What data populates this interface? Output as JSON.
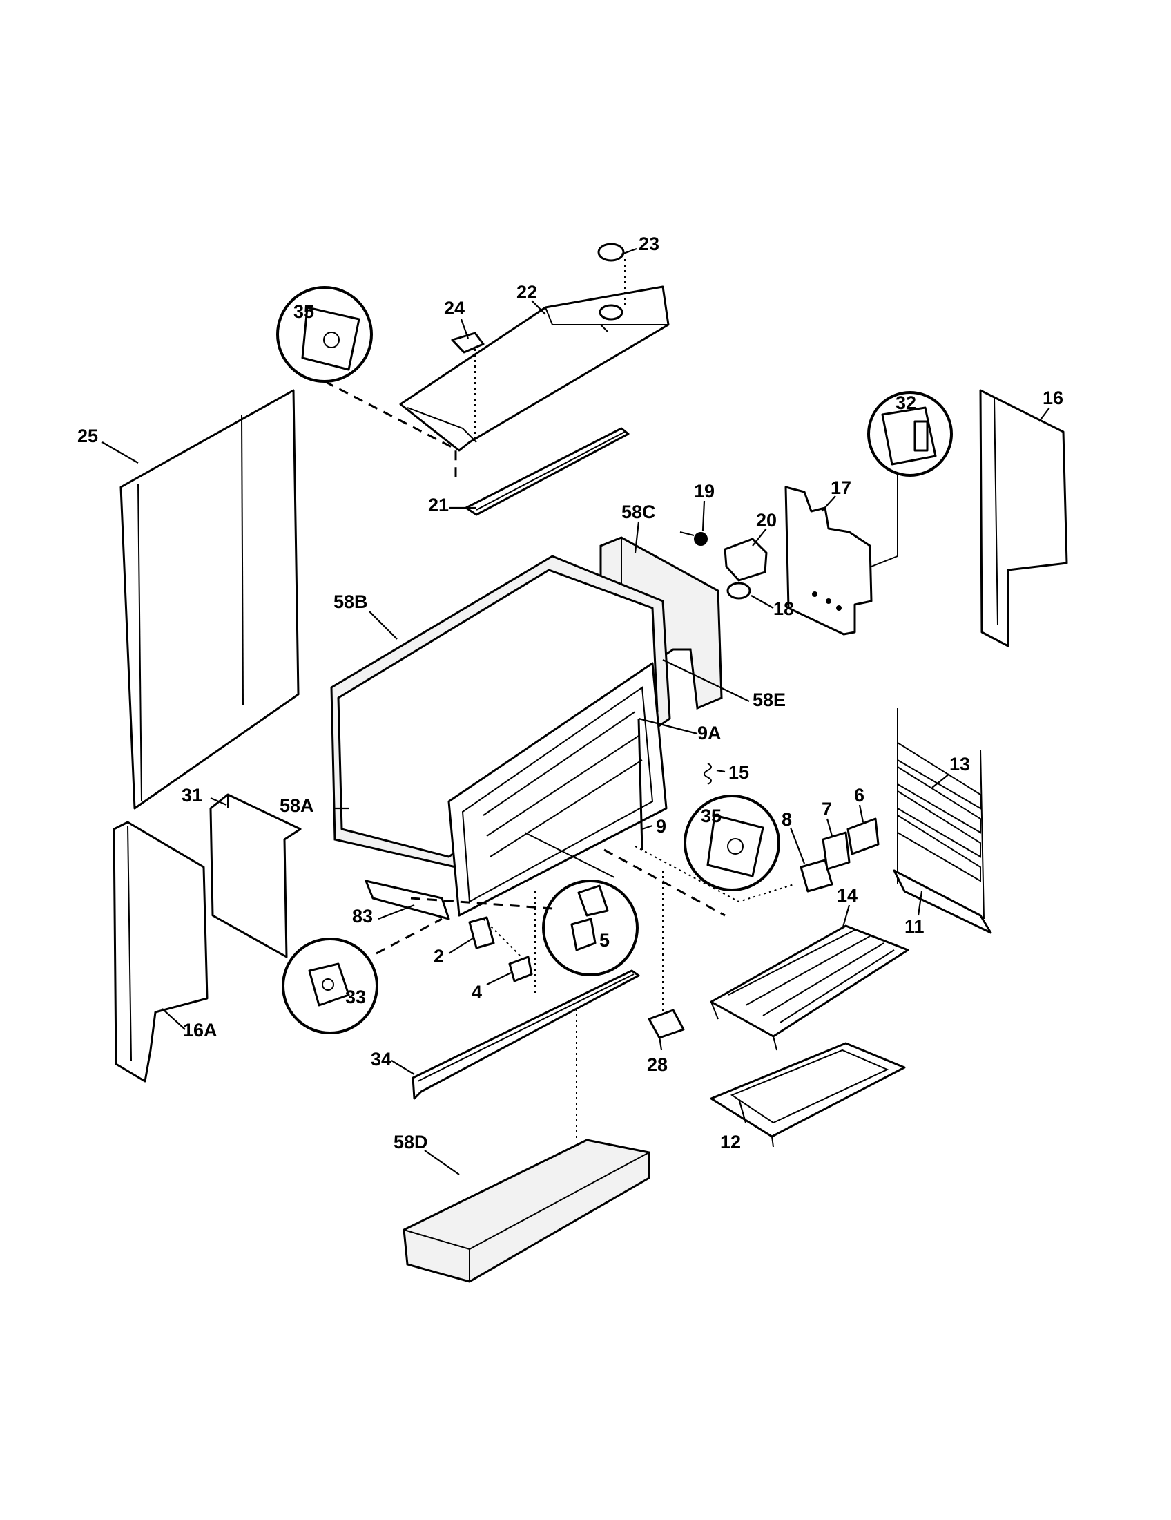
{
  "labels": {
    "p23": "23",
    "p24": "24",
    "p22": "22",
    "p35a": "35",
    "p16": "16",
    "p25": "25",
    "p32": "32",
    "p19": "19",
    "p58C": "58C",
    "p17": "17",
    "p20": "20",
    "p21": "21",
    "p58B": "58B",
    "p18": "18",
    "p58E": "58E",
    "p9A": "9A",
    "p15": "15",
    "p13": "13",
    "p31": "31",
    "p58A": "58A",
    "p6": "6",
    "p35b": "35",
    "p7": "7",
    "p8": "8",
    "p9": "9",
    "p14": "14",
    "p83": "83",
    "p5": "5",
    "p11": "11",
    "p2": "2",
    "p33": "33",
    "p4": "4",
    "p16A": "16A",
    "p34": "34",
    "p28": "28",
    "p12": "12",
    "p58D": "58D"
  }
}
